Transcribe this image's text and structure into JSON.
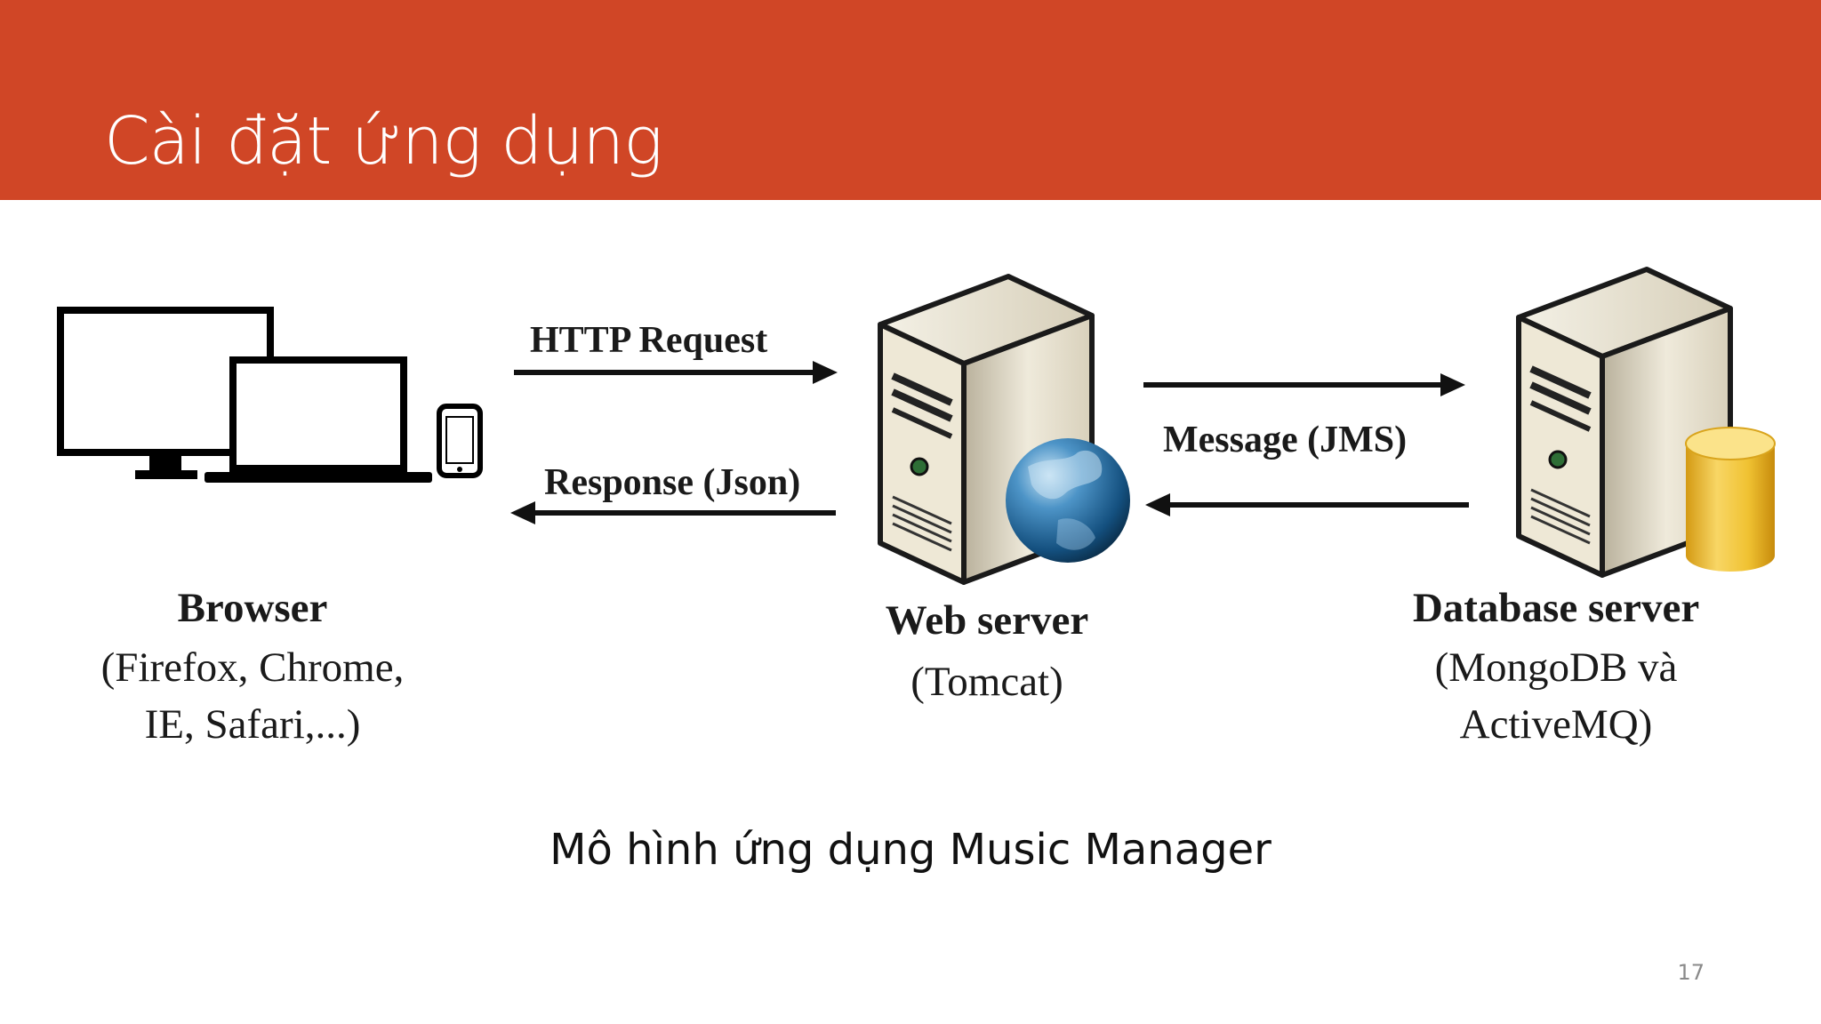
{
  "slide": {
    "title": "Cài đặt ứng dụng",
    "caption": "Mô hình ứng dụng Music Manager",
    "page_number": "17",
    "accent_color": "#d04626"
  },
  "diagram": {
    "arrows": {
      "http_request": "HTTP Request",
      "response": "Response (Json)",
      "message": "Message (JMS)"
    },
    "nodes": {
      "browser": {
        "title": "Browser",
        "line1": "(Firefox, Chrome,",
        "line2": "IE, Safari,...)",
        "icon": "devices-icon"
      },
      "web_server": {
        "title": "Web server",
        "line1": "(Tomcat)",
        "icon": "server-globe-icon"
      },
      "database_server": {
        "title": "Database server",
        "line1": "(MongoDB và",
        "line2": "ActiveMQ)",
        "icon": "server-database-icon"
      }
    }
  }
}
